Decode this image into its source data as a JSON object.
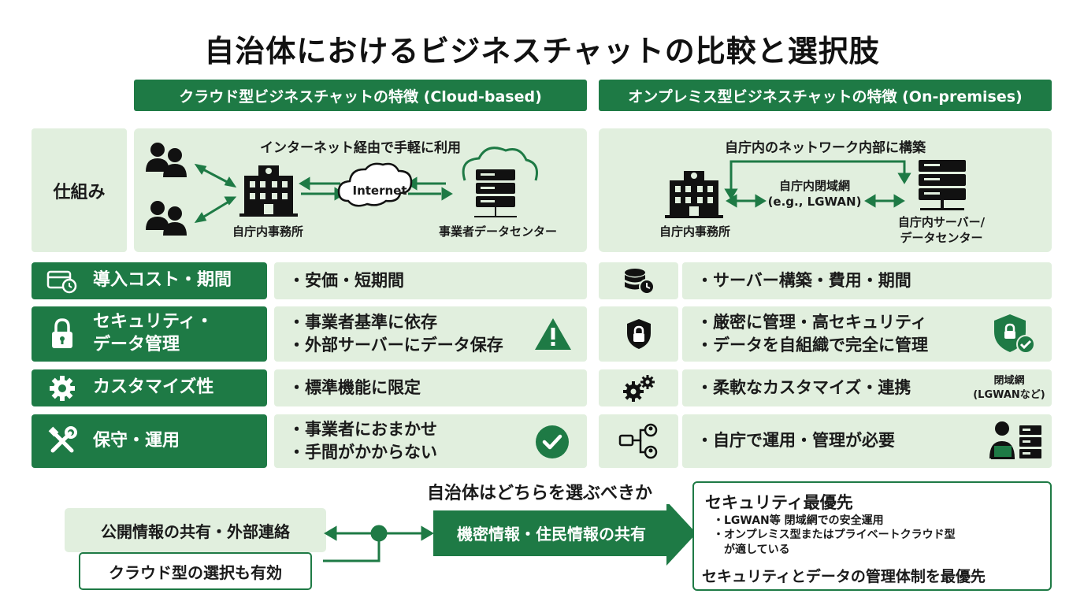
{
  "title": "自治体におけるビジネスチャットの比較と選択肢",
  "columns": {
    "cloud": "クラウド型ビジネスチャットの特徴 (Cloud-based)",
    "onprem": "オンプレミス型ビジネスチャットの特徴 (On-premises)"
  },
  "mechanism": {
    "label": "仕組み",
    "cloud_caption": "インターネット経由で手軽に利用",
    "cloud_office": "自庁内事務所",
    "cloud_internet": "Internet",
    "cloud_datacenter": "事業者データセンター",
    "onprem_caption": "自庁内のネットワーク内部に構築",
    "onprem_office": "自庁内事務所",
    "onprem_network_line1": "自庁内閉域網",
    "onprem_network_line2": "(e.g., LGWAN)",
    "onprem_server_line1": "自庁内サーバー/",
    "onprem_server_line2": "データセンター"
  },
  "rows": [
    {
      "label": "導入コスト・期間",
      "cloud": [
        "・安価・短期間"
      ],
      "onprem": [
        "・サーバー構築・費用・期間"
      ]
    },
    {
      "label_line1": "セキュリティ・",
      "label_line2": "データ管理",
      "cloud": [
        "・事業者基準に依存",
        "・外部サーバーにデータ保存"
      ],
      "onprem": [
        "・厳密に管理・高セキュリティ",
        "・データを自組織で完全に管理"
      ]
    },
    {
      "label": "カスタマイズ性",
      "cloud": [
        "・標準機能に限定"
      ],
      "onprem": [
        "・柔軟なカスタマイズ・連携"
      ],
      "onprem_note_line1": "閉域網",
      "onprem_note_line2": "(LGWANなど)"
    },
    {
      "label": "保守・運用",
      "cloud": [
        "・事業者におまかせ",
        "・手間がかからない"
      ],
      "onprem": [
        "・自庁で運用・管理が必要"
      ]
    }
  ],
  "bottom": {
    "question": "自治体はどちらを選ぶべきか",
    "public_share": "公開情報の共有・外部連絡",
    "cloud_valid": "クラウド型の選択も有効",
    "confidential": "機密情報・住民情報の共有",
    "priority_title": "セキュリティ最優先",
    "priority_item1": "・LGWAN等 閉域網での安全運用",
    "priority_item2_line1": "・オンプレミス型またはプライベートクラウド型",
    "priority_item2_line2": "が適している",
    "priority_footer": "セキュリティとデータの管理体制を最優先"
  },
  "colors": {
    "primary_green": "#1e7a45",
    "light_green": "#e1efde",
    "warning": "#1e7a45",
    "text": "#1a1a1a"
  },
  "icons": [
    "users-icon",
    "building-icon",
    "cloud-icon",
    "server-icon",
    "card-clock-icon",
    "lock-icon",
    "gear-icon",
    "wrench-icon",
    "warning-icon",
    "check-icon",
    "database-clock-icon",
    "shield-lock-icon",
    "gears-icon",
    "workflow-icon",
    "shield-check-icon",
    "operator-icon",
    "arrow-right-icon"
  ]
}
